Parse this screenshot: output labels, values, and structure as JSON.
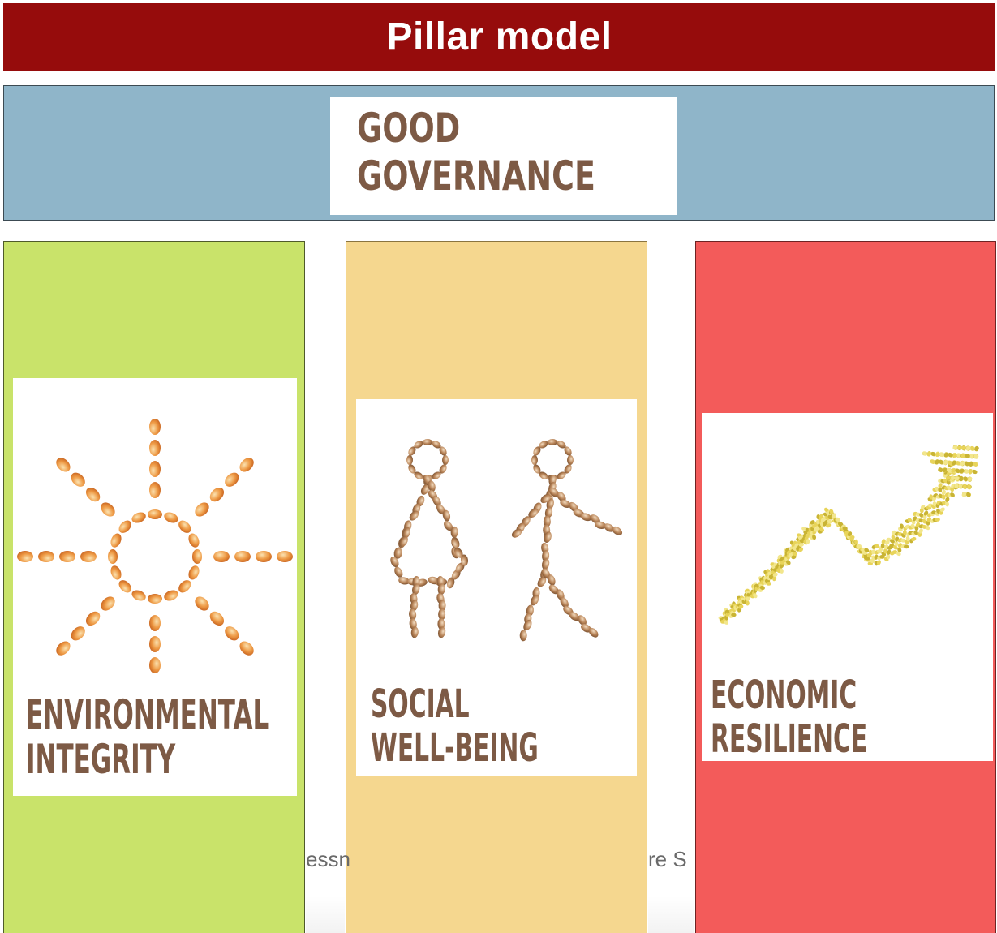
{
  "title": "Pillar model",
  "governance": {
    "line1": "GOOD",
    "line2": "GOVERNANCE"
  },
  "pillars": [
    {
      "line1": "ENVIRONMENTAL",
      "line2": "INTEGRITY",
      "color": "#c9e36a",
      "icon": "sun-of-grains-icon"
    },
    {
      "line1": "SOCIAL",
      "line2": "WELL-BEING",
      "color": "#f5d78f",
      "icon": "two-people-of-grains-icon"
    },
    {
      "line1": "ECONOMIC",
      "line2": "RESILIENCE",
      "color": "#f35b5a",
      "icon": "rising-arrow-of-grains-icon"
    }
  ],
  "footer": {
    "left_fragment": "essn",
    "right_fragment": "re S"
  },
  "colors": {
    "title_bar": "#960c0c",
    "governance_bar": "#8fb5c9",
    "label_text": "#7d5a45"
  }
}
